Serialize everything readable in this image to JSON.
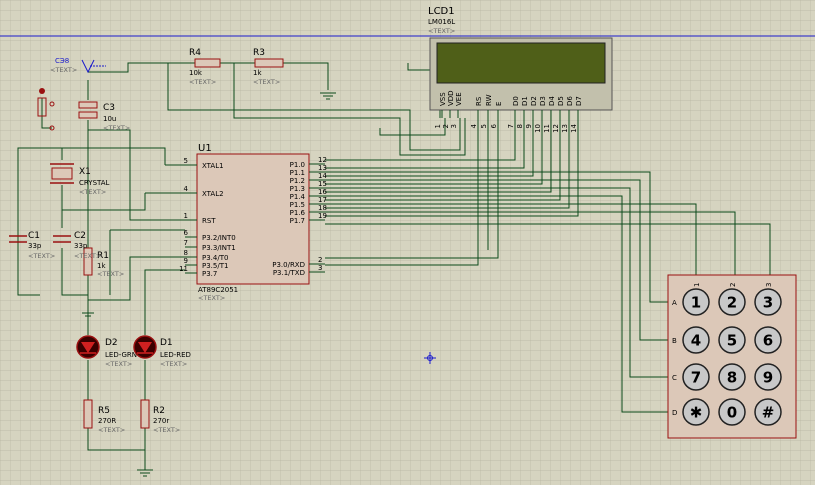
{
  "colors": {
    "background": "#d6d4c0",
    "grid": "#b8b6a3",
    "wire": "#0c4a1a",
    "component": "#9a1010",
    "body_fill": "#dcc8b8",
    "lcd_screen": "#4f5f18",
    "border_line": "#1a1acc"
  },
  "placeholder": "<TEXT>",
  "lcd": {
    "ref": "LCD1",
    "model": "LM016L",
    "pins": [
      "VSS",
      "VDD",
      "VEE",
      "RS",
      "RW",
      "E",
      "D0",
      "D1",
      "D2",
      "D3",
      "D4",
      "D5",
      "D6",
      "D7"
    ],
    "pin_numbers": [
      "1",
      "2",
      "3",
      "4",
      "5",
      "6",
      "7",
      "8",
      "9",
      "10",
      "11",
      "12",
      "13",
      "14"
    ]
  },
  "mcu": {
    "ref": "U1",
    "model": "AT89C2051",
    "left_pins": [
      {
        "num": "5",
        "name": "XTAL1"
      },
      {
        "num": "4",
        "name": "XTAL2"
      },
      {
        "num": "1",
        "name": "RST"
      },
      {
        "num": "6",
        "name": "P3.2/INT0"
      },
      {
        "num": "7",
        "name": "P3.3/INT1"
      },
      {
        "num": "8",
        "name": "P3.4/T0"
      },
      {
        "num": "9",
        "name": "P3.5/T1"
      },
      {
        "num": "11",
        "name": "P3.7"
      }
    ],
    "right_pins": [
      {
        "num": "12",
        "name": "P1.0"
      },
      {
        "num": "13",
        "name": "P1.1"
      },
      {
        "num": "14",
        "name": "P1.2"
      },
      {
        "num": "15",
        "name": "P1.3"
      },
      {
        "num": "16",
        "name": "P1.4"
      },
      {
        "num": "17",
        "name": "P1.5"
      },
      {
        "num": "18",
        "name": "P1.6"
      },
      {
        "num": "19",
        "name": "P1.7"
      },
      {
        "num": "2",
        "name": "P3.0/RXD"
      },
      {
        "num": "3",
        "name": "P3.1/TXD"
      }
    ]
  },
  "resistors": [
    {
      "ref": "R4",
      "value": "10k"
    },
    {
      "ref": "R3",
      "value": "1k"
    },
    {
      "ref": "R1",
      "value": "1k"
    },
    {
      "ref": "R5",
      "value": "270R"
    },
    {
      "ref": "R2",
      "value": "270r"
    }
  ],
  "capacitors": [
    {
      "ref": "C3",
      "value": "10u"
    },
    {
      "ref": "C1",
      "value": "33p"
    },
    {
      "ref": "C2",
      "value": "33p"
    }
  ],
  "crystal": {
    "ref": "X1",
    "value": "CRYSTAL"
  },
  "leds": [
    {
      "ref": "D2",
      "value": "LED-GRN"
    },
    {
      "ref": "D1",
      "value": "LED-RED"
    }
  ],
  "probe": {
    "label": "CЭ8"
  },
  "keypad": {
    "col_numbers": [
      "1",
      "2",
      "3"
    ],
    "row_letters": [
      "A",
      "B",
      "C",
      "D"
    ],
    "keys": [
      [
        "1",
        "2",
        "3"
      ],
      [
        "4",
        "5",
        "6"
      ],
      [
        "7",
        "8",
        "9"
      ],
      [
        "✱",
        "0",
        "#"
      ]
    ]
  }
}
